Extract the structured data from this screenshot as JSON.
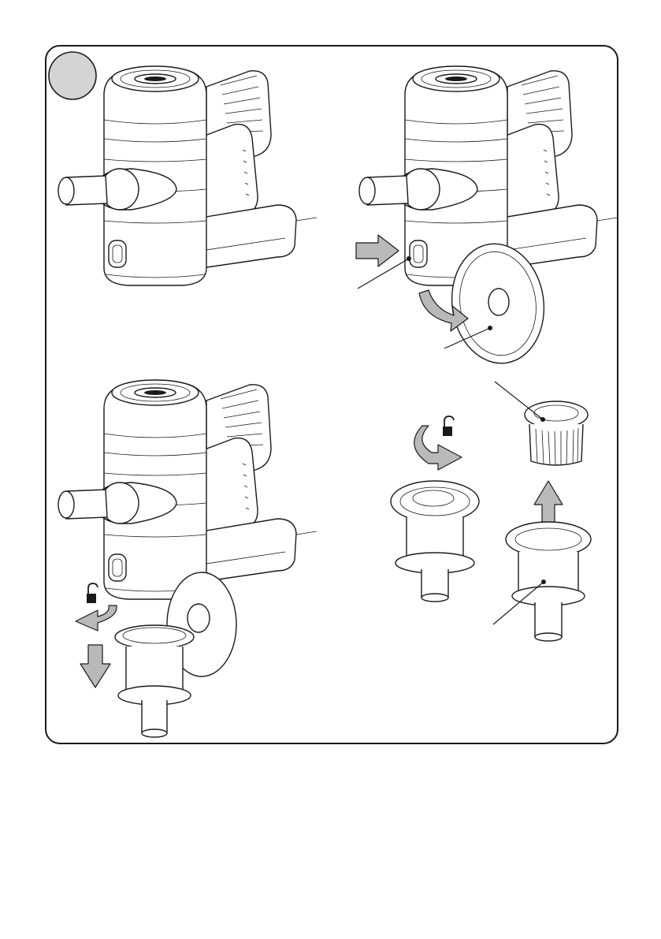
{
  "figure": {
    "step_marker": {
      "shape": "circle",
      "fill": "#d4d4d4",
      "label": ""
    },
    "colors": {
      "line": "#1a1a1a",
      "arrow_fill": "#b9b9b9",
      "background": "#ffffff",
      "marker_fill": "#d4d4d4"
    },
    "panels": [
      {
        "id": "vacuum-body"
      },
      {
        "id": "press-release-button-open-lid"
      },
      {
        "id": "twist-unlock-remove-cyclone"
      },
      {
        "id": "twist-unlock-lift-filter"
      }
    ],
    "icons": [
      "unlock-icon",
      "rotate-arrow-icon",
      "push-arrow-icon",
      "down-arrow-icon",
      "up-arrow-icon",
      "curved-arrow-icon"
    ]
  }
}
